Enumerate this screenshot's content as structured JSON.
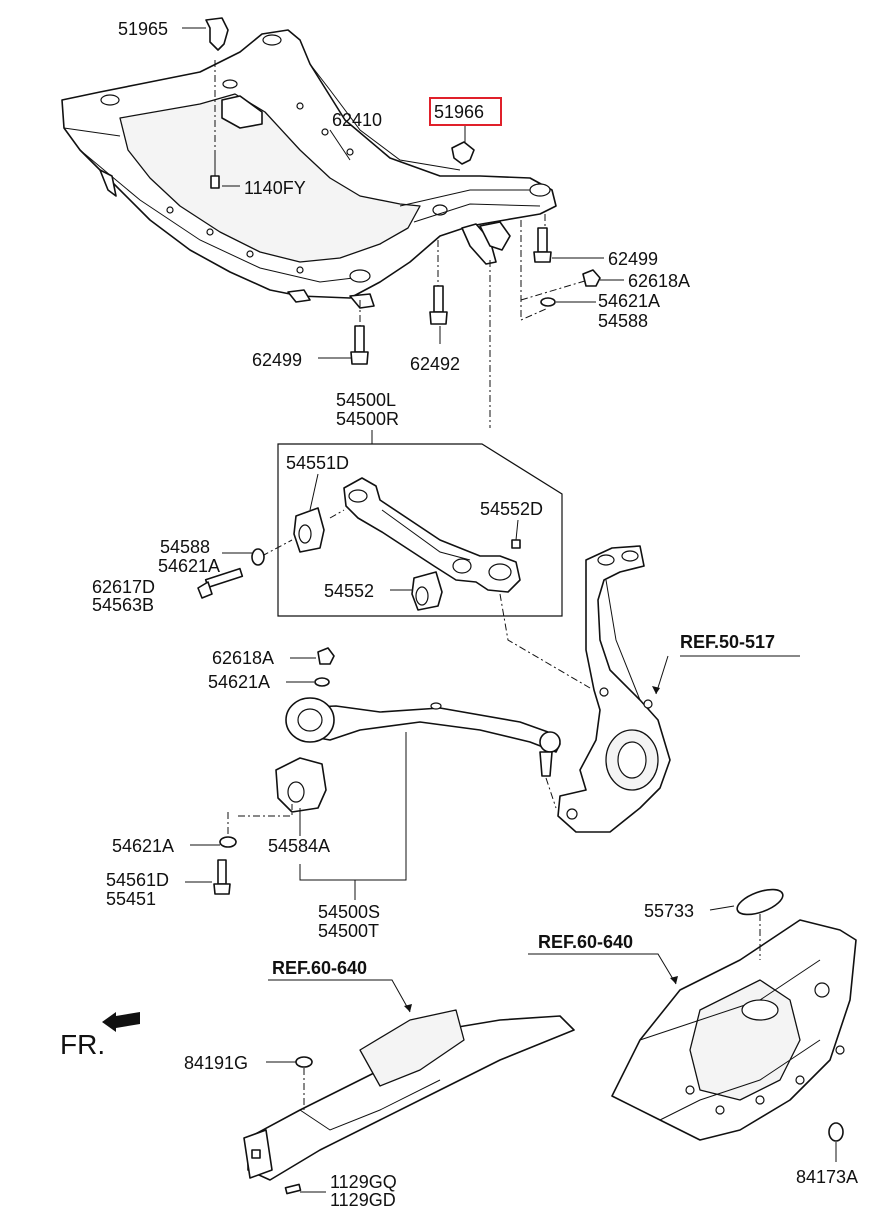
{
  "labels": {
    "l51965": "51965",
    "l51966": "51966",
    "l62410": "62410",
    "l1140fy": "1140FY",
    "l62499a": "62499",
    "l62618a_top": "62618A",
    "l54621a_top": "54621A",
    "l54588_top": "54588",
    "l62499b": "62499",
    "l62492": "62492",
    "l54500l": "54500L",
    "l54500r": "54500R",
    "l54551d": "54551D",
    "l54552d": "54552D",
    "l54588_mid": "54588",
    "l54621a_mid": "54621A",
    "l62617d": "62617D",
    "l54563b": "54563B",
    "l54552": "54552",
    "l62618a_low": "62618A",
    "l54621a_low": "54621A",
    "l54621a_bot": "54621A",
    "l54584a": "54584A",
    "l54561d": "54561D",
    "l55451": "55451",
    "l54500s": "54500S",
    "l54500t": "54500T",
    "l55733": "55733",
    "l84191g": "84191G",
    "l1129gq": "1129GQ",
    "l1129gd": "1129GD",
    "l84173a": "84173A"
  },
  "refs": {
    "ref_knuckle": "REF.50-517",
    "ref_rail_right": "REF.60-640",
    "ref_rail_left": "REF.60-640"
  },
  "direction": {
    "fr": "FR."
  },
  "highlight": {
    "part": "51966",
    "color": "#e0202a"
  }
}
